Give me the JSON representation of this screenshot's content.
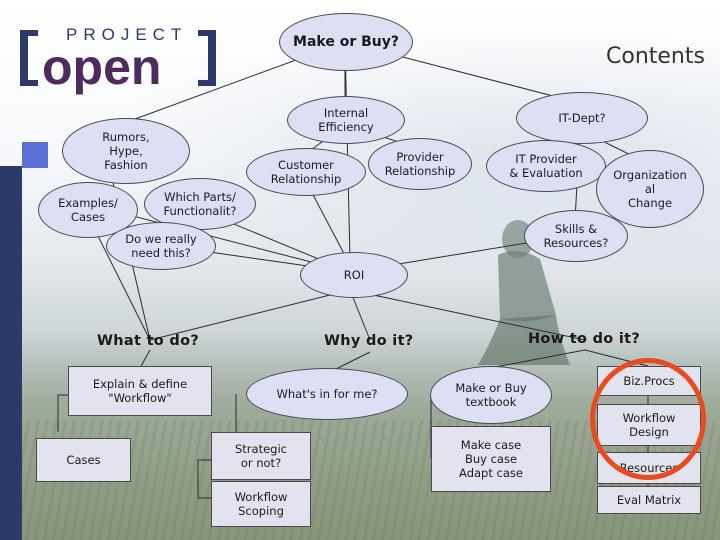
{
  "brand": {
    "top_word": "PROJECT",
    "main_word": "open",
    "colors": {
      "navy": "#2b3a6b",
      "purple": "#4f2a5e",
      "accent": "#5a6fd6",
      "highlight": "#ea4a1f"
    }
  },
  "slide_title": "Contents",
  "nodes": {
    "make_or_buy": "Make or Buy?",
    "internal_efficiency": "Internal\nEfficiency",
    "it_dept": "IT-Dept?",
    "rumors": "Rumors,\nHype,\nFashion",
    "customer_relationship": "Customer\nRelationship",
    "provider_relationship": "Provider\nRelationship",
    "it_provider": "IT Provider\n& Evaluation",
    "organizational_change": "Organization\nal\nChange",
    "examples_cases": "Examples/\nCases",
    "which_parts": "Which Parts/\nFunctionalit?",
    "skills_resources": "Skills &\nResources?",
    "do_we_need": "Do we really\nneed this?",
    "roi": "ROI"
  },
  "headers": {
    "what": "What to do?",
    "why": "Why do it?",
    "how": "How to do it?"
  },
  "boxes": {
    "explain": "Explain & define\n\"Workflow\"",
    "cases": "Cases",
    "whats_in": "What's in for me?",
    "strategic": "Strategic\nor not?",
    "workflow_scoping": "Workflow\nScoping",
    "make_or_buy_textbook": "Make or Buy\ntextbook",
    "make_case": "Make case\nBuy case\nAdapt case",
    "bizprocs": "Biz.Procs",
    "workflow_design": "Workflow\nDesign",
    "resources": "Resources",
    "eval_matrix": "Eval Matrix"
  }
}
